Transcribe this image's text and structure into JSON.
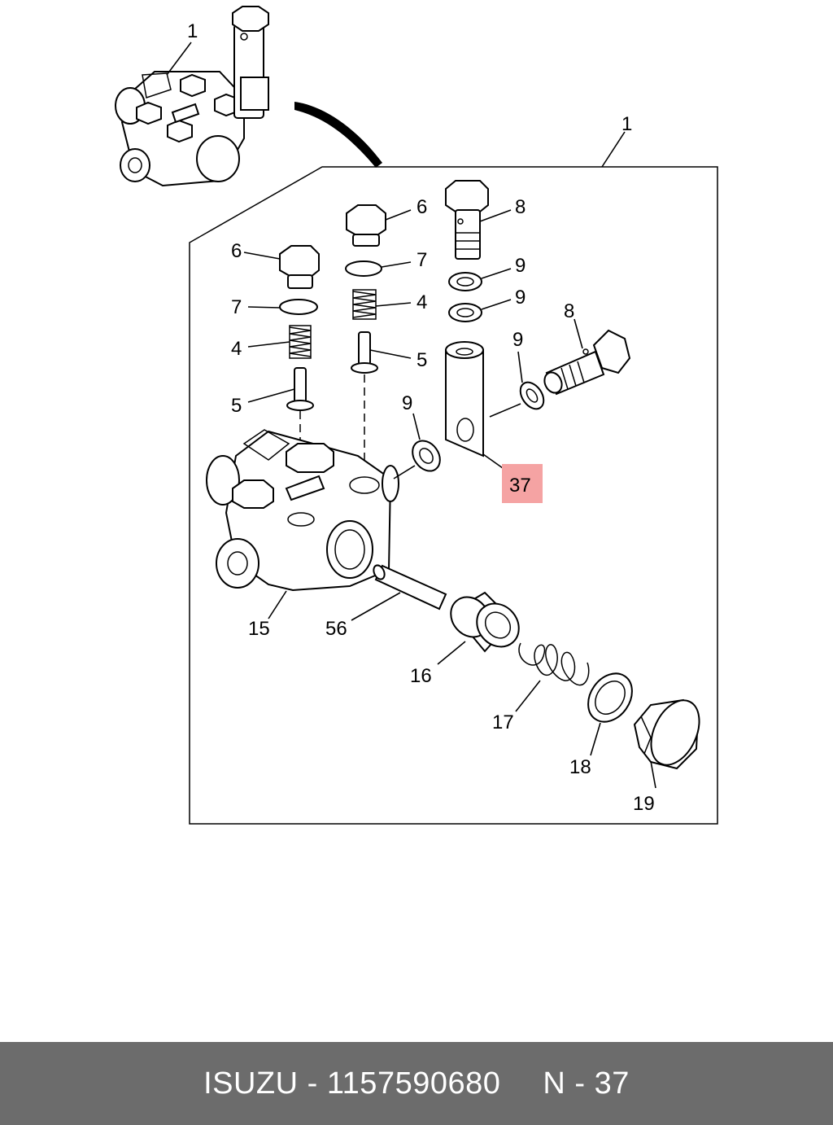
{
  "diagram": {
    "callouts": {
      "assembly_top": "1",
      "assembly_frame": "1",
      "plug_left": "6",
      "plug_mid": "6",
      "bolt_top": "8",
      "bolt_side": "8",
      "oring_left": "7",
      "oring_mid": "7",
      "spring_left": "4",
      "spring_mid": "4",
      "valve_left": "5",
      "valve_mid": "5",
      "washer_a": "9",
      "washer_b": "9",
      "washer_c": "9",
      "washer_d": "9",
      "highlighted_part": "37",
      "body": "15",
      "pin": "56",
      "sleeve": "16",
      "spring_large": "17",
      "gasket": "18",
      "cap": "19"
    },
    "highlight_color": "#f5a3a3"
  },
  "footer": {
    "brand": "ISUZU",
    "separator": "-",
    "part_number": "1157590680",
    "position_prefix": "N",
    "position_sep": "-",
    "position_number": "37",
    "background": "#6c6c6c"
  }
}
